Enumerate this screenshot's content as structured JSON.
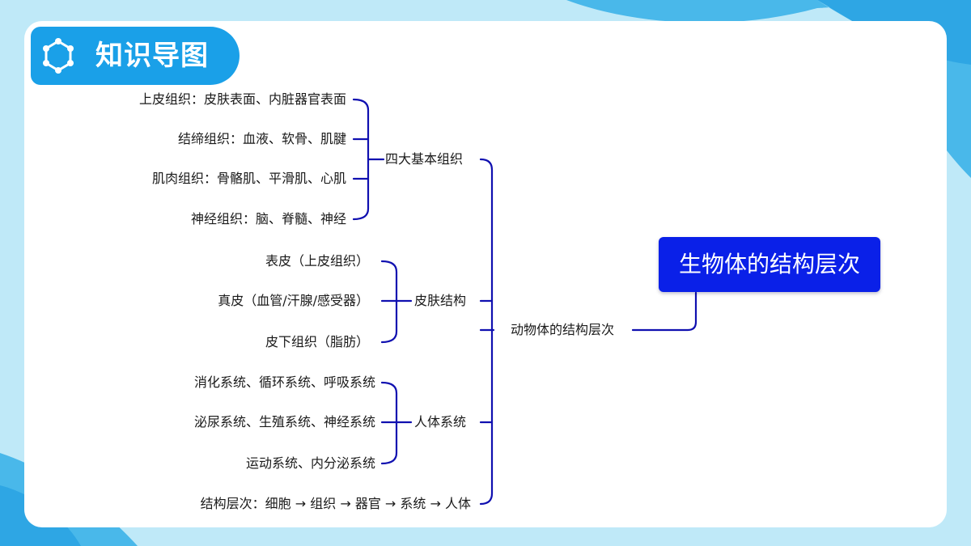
{
  "header": {
    "title": "知识导图",
    "icon": "hexagon-network-icon"
  },
  "colors": {
    "accent": "#1aa0e8",
    "root_bg": "#0a20e8",
    "connector": "#1010b0"
  },
  "mindmap": {
    "root": "生物体的结构层次",
    "level1": "动物体的结构层次",
    "branches": [
      {
        "label": "四大基本组织",
        "children": [
          "上皮组织：皮肤表面、内脏器官表面",
          "结缔组织：血液、软骨、肌腱",
          "肌肉组织：骨骼肌、平滑肌、心肌",
          "神经组织：脑、脊髓、神经"
        ]
      },
      {
        "label": "皮肤结构",
        "children": [
          "表皮（上皮组织）",
          "真皮（血管/汗腺/感受器）",
          "皮下组织（脂肪）"
        ]
      },
      {
        "label": "人体系统",
        "children": [
          "消化系统、循环系统、呼吸系统",
          "泌尿系统、生殖系统、神经系统",
          "运动系统、内分泌系统"
        ]
      },
      {
        "label": "结构层次：细胞 → 组织 → 器官 → 系统 → 人体",
        "children": []
      }
    ]
  }
}
